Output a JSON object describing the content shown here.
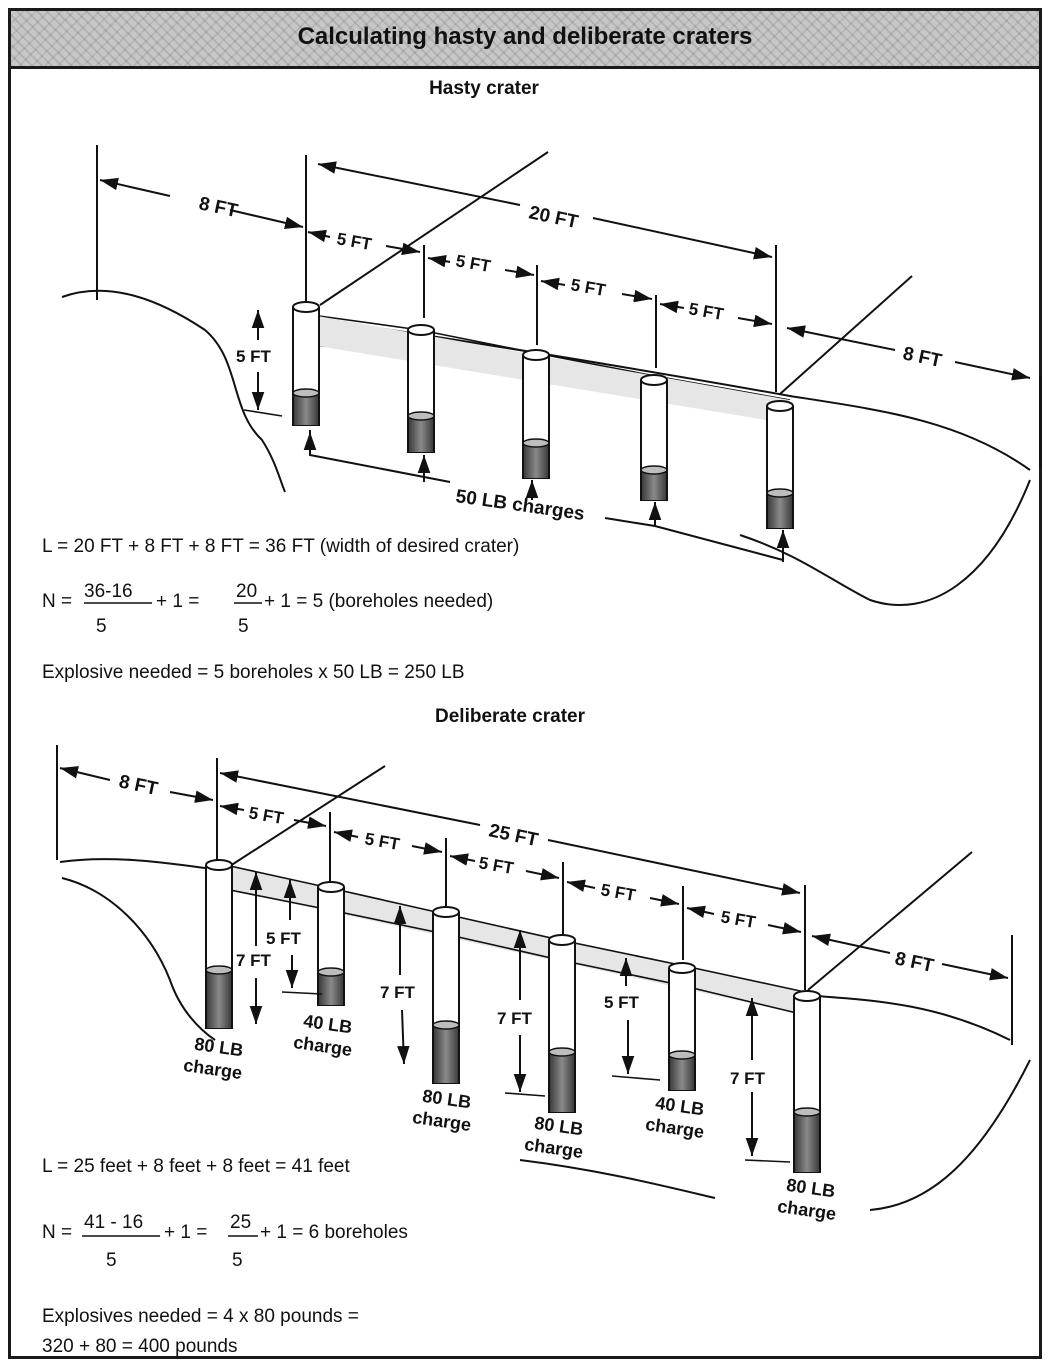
{
  "title": "Calculating hasty and deliberate craters",
  "hasty": {
    "heading": "Hasty crater",
    "dims": {
      "left_side": "8 FT",
      "right_side": "8 FT",
      "total": "20 FT",
      "spacing": [
        "5 FT",
        "5 FT",
        "5 FT",
        "5 FT"
      ],
      "depth": "5 FT"
    },
    "charge_label": "50 LB charges",
    "formula_length": "L = 20 FT + 8 FT + 8 FT = 36 FT (width of desired crater)",
    "formula_n": {
      "lead": "N =",
      "numerator": "36-16",
      "denominator": "5",
      "mid": "+ 1 =",
      "numerator2": "20",
      "denominator2": "5",
      "tail": "+ 1 = 5 (boreholes needed)"
    },
    "explosive": "Explosive needed = 5 boreholes x 50 LB = 250 LB"
  },
  "deliberate": {
    "heading": "Deliberate crater",
    "dims": {
      "left_side": "8 FT",
      "right_side": "8 FT",
      "total": "25 FT",
      "spacing": [
        "5 FT",
        "5 FT",
        "5 FT",
        "5 FT",
        "5 FT"
      ],
      "depths": [
        "7 FT",
        "5 FT",
        "7 FT",
        "7 FT",
        "5 FT",
        "7 FT"
      ]
    },
    "charges": [
      {
        "weight": "80 LB",
        "word": "charge"
      },
      {
        "weight": "40 LB",
        "word": "charge"
      },
      {
        "weight": "80 LB",
        "word": "charge"
      },
      {
        "weight": "80 LB",
        "word": "charge"
      },
      {
        "weight": "40 LB",
        "word": "charge"
      },
      {
        "weight": "80 LB",
        "word": "charge"
      }
    ],
    "formula_length": "L = 25 feet + 8 feet + 8 feet = 41 feet",
    "formula_n": {
      "lead": "N =",
      "numerator": "41 - 16",
      "denominator": "5",
      "mid": "+ 1 =",
      "numerator2": "25",
      "denominator2": "5",
      "tail": "+ 1 = 6 boreholes"
    },
    "explosive_line1": "Explosives needed = 4 x 80 pounds =",
    "explosive_line2": "320 + 80 = 400 pounds"
  }
}
